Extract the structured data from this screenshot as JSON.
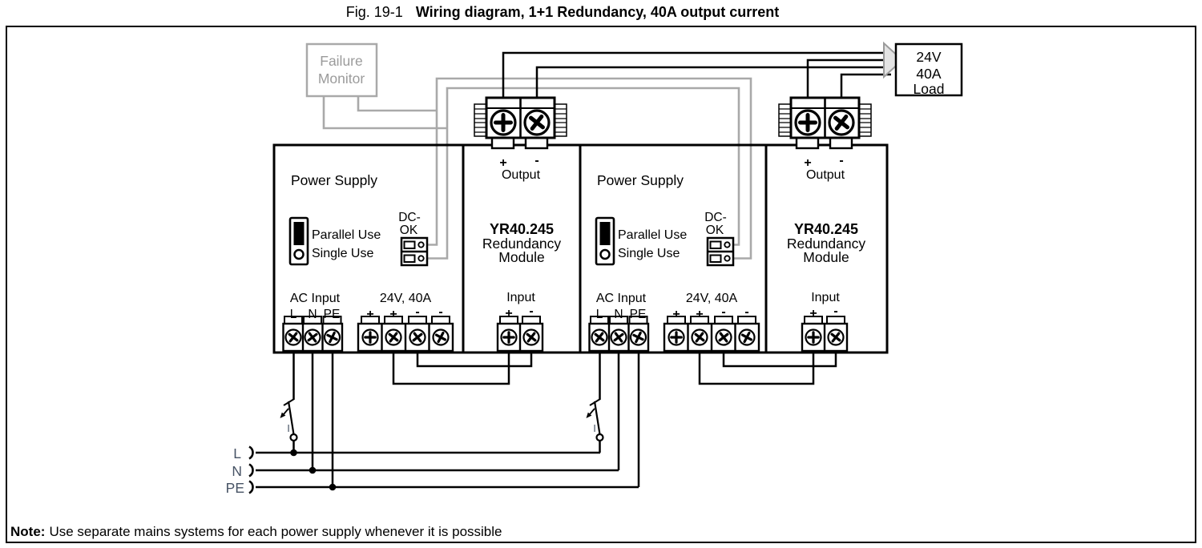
{
  "title": {
    "fig": "Fig. 19-1",
    "text": "Wiring diagram, 1+1 Redundancy, 40A output current"
  },
  "note": {
    "label": "Note:",
    "text": "Use separate mains systems for each power supply whenever it is possible"
  },
  "failure_monitor": {
    "line1": "Failure",
    "line2": "Monitor"
  },
  "load": {
    "line1": "24V",
    "line2": "40A",
    "line3": "Load"
  },
  "power_supply": {
    "title": "Power Supply",
    "parallel": "Parallel Use",
    "single": "Single Use",
    "dc_ok_line1": "DC-",
    "dc_ok_line2": "OK",
    "ac_input": "AC Input",
    "term_l": "L",
    "term_n": "N",
    "term_pe": "PE",
    "rating": "24V, 40A",
    "plus": "+",
    "minus": "-"
  },
  "redundancy_module": {
    "model": "YR40.245",
    "name_line1": "Redundancy",
    "name_line2": "Module",
    "output": "Output",
    "input": "Input",
    "plus": "+",
    "minus": "-"
  },
  "mains": {
    "l": "L",
    "n": "N",
    "pe": "PE",
    "switch_label": "I"
  },
  "colors": {
    "wire": "#000000",
    "signal_wire": "#a9a9a9",
    "mains_label": "#475365",
    "monitor_text": "#9b9b9b",
    "arrow_fill": "#e3e3e3"
  }
}
